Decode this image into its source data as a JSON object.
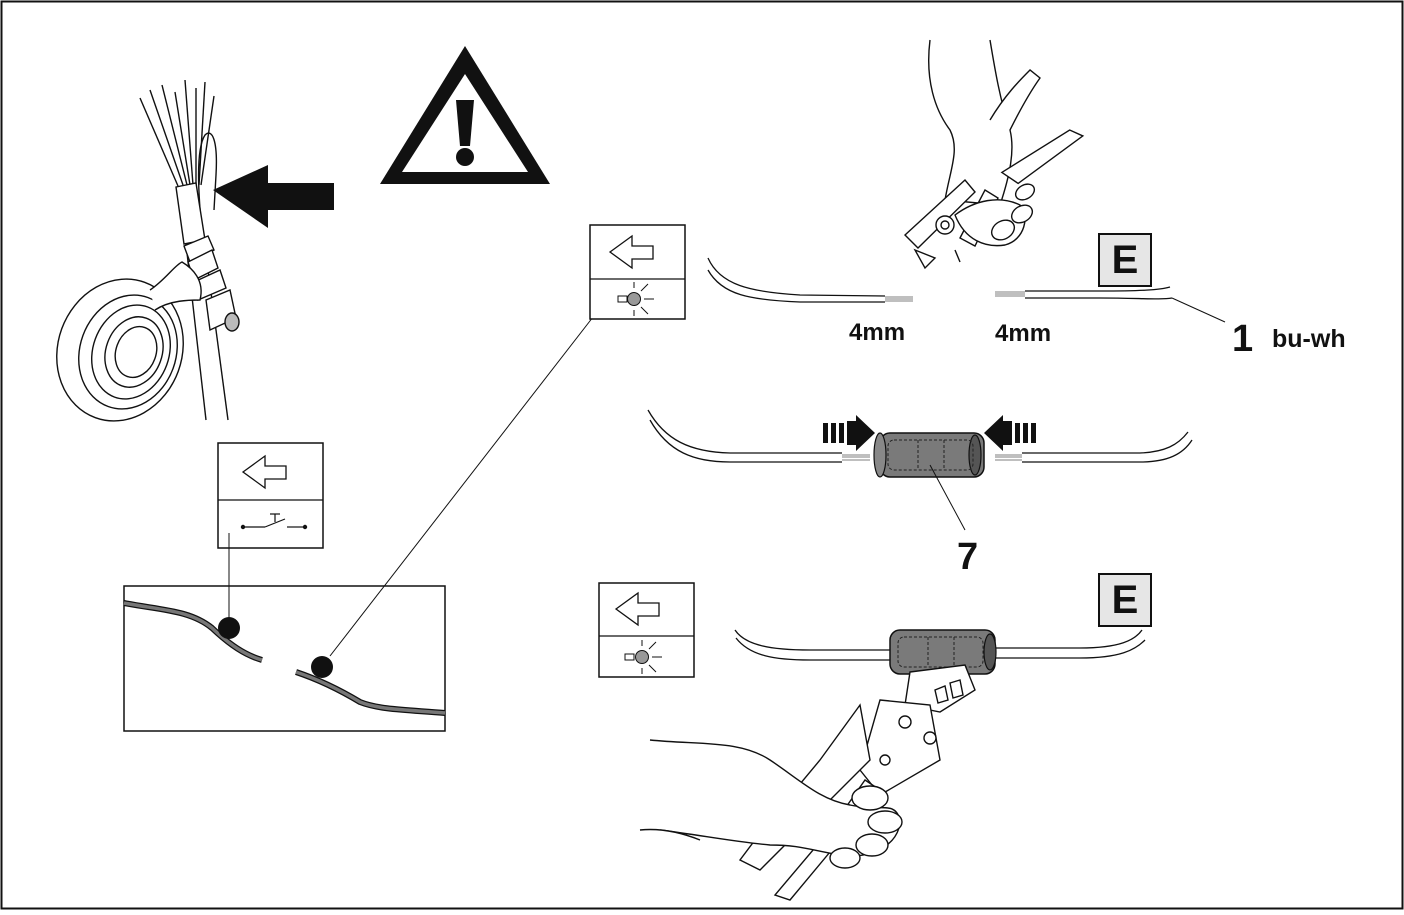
{
  "labels": {
    "strip_left": "4mm",
    "strip_right": "4mm",
    "wire_number": "1",
    "wire_color": "bu-wh",
    "connector_number": "7",
    "badge_top": "E",
    "badge_bottom": "E"
  },
  "icons": [
    "warning-triangle-icon",
    "insulation-tape-illustration",
    "pointer-arrow-icon",
    "brake-light-switch-symbol",
    "lamp-symbol",
    "wire-stripper-illustration",
    "butt-connector-illustration",
    "crimping-pliers-illustration"
  ],
  "colors": {
    "line": "#111111",
    "badge_fill": "#e6e6e6",
    "connector_fill": "#7a7a7a",
    "wire_gray": "#777777"
  }
}
